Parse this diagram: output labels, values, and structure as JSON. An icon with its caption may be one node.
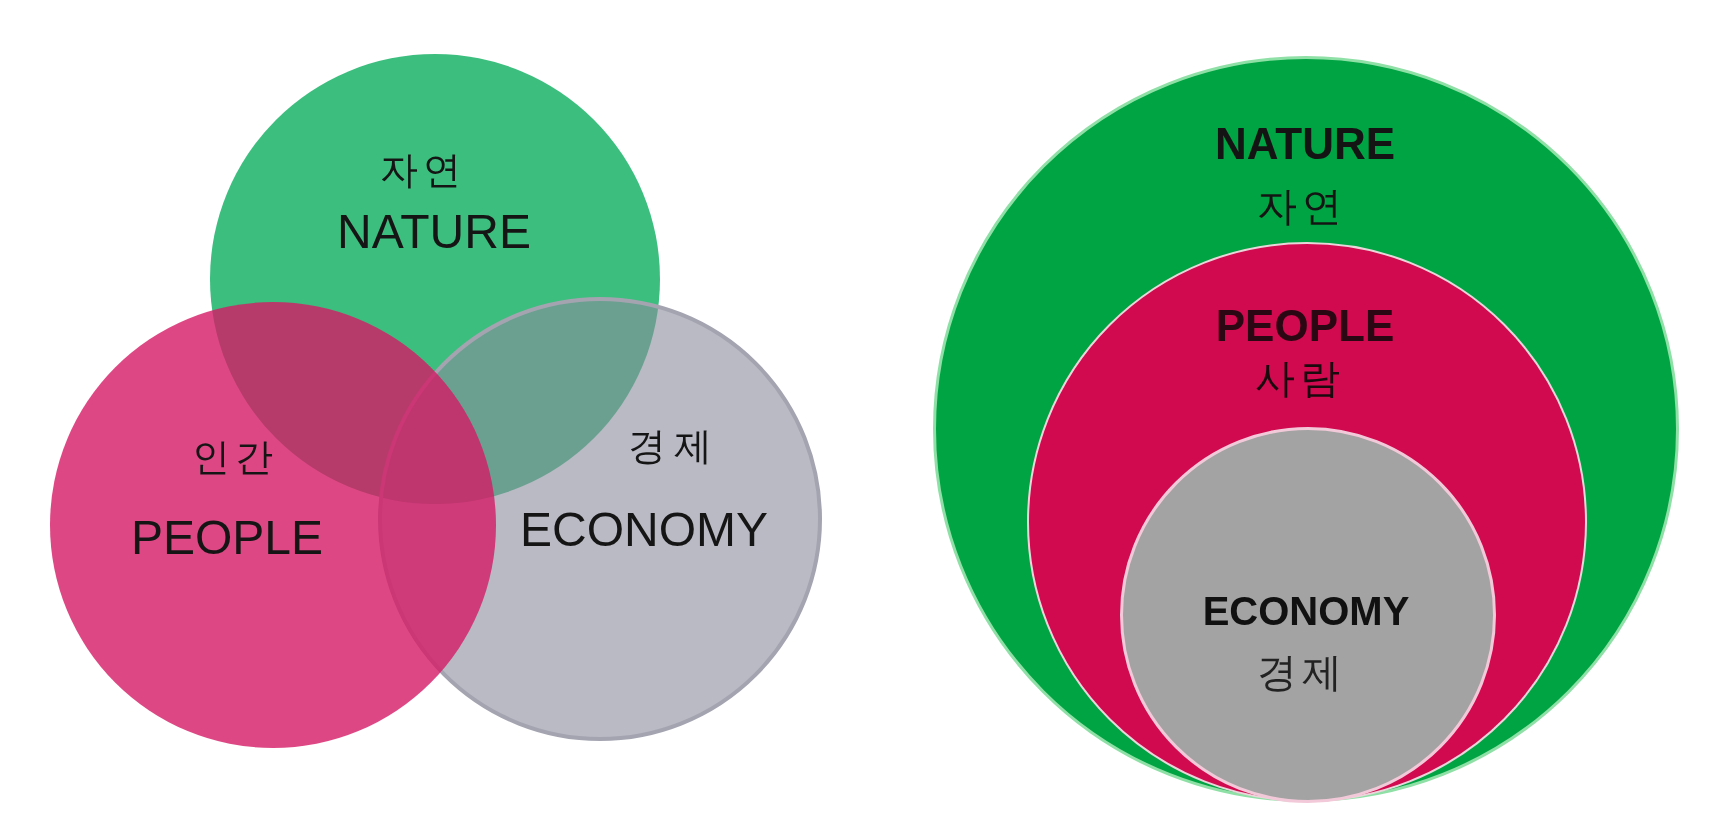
{
  "diagram": {
    "nodes": [
      {
        "text": [
          "자연",
          "NATURE"
        ]
      },
      {
        "text": [
          "인간",
          "PEOPLE"
        ]
      },
      {
        "text": [
          "경제",
          "ECONOMY"
        ]
      },
      {
        "text": [
          "NATURE",
          "자연"
        ]
      },
      {
        "text": [
          "PEOPLE",
          "사람"
        ],
        "in": 3
      },
      {
        "text": [
          "ECONOMY",
          "경제"
        ],
        "in": 4
      }
    ]
  }
}
